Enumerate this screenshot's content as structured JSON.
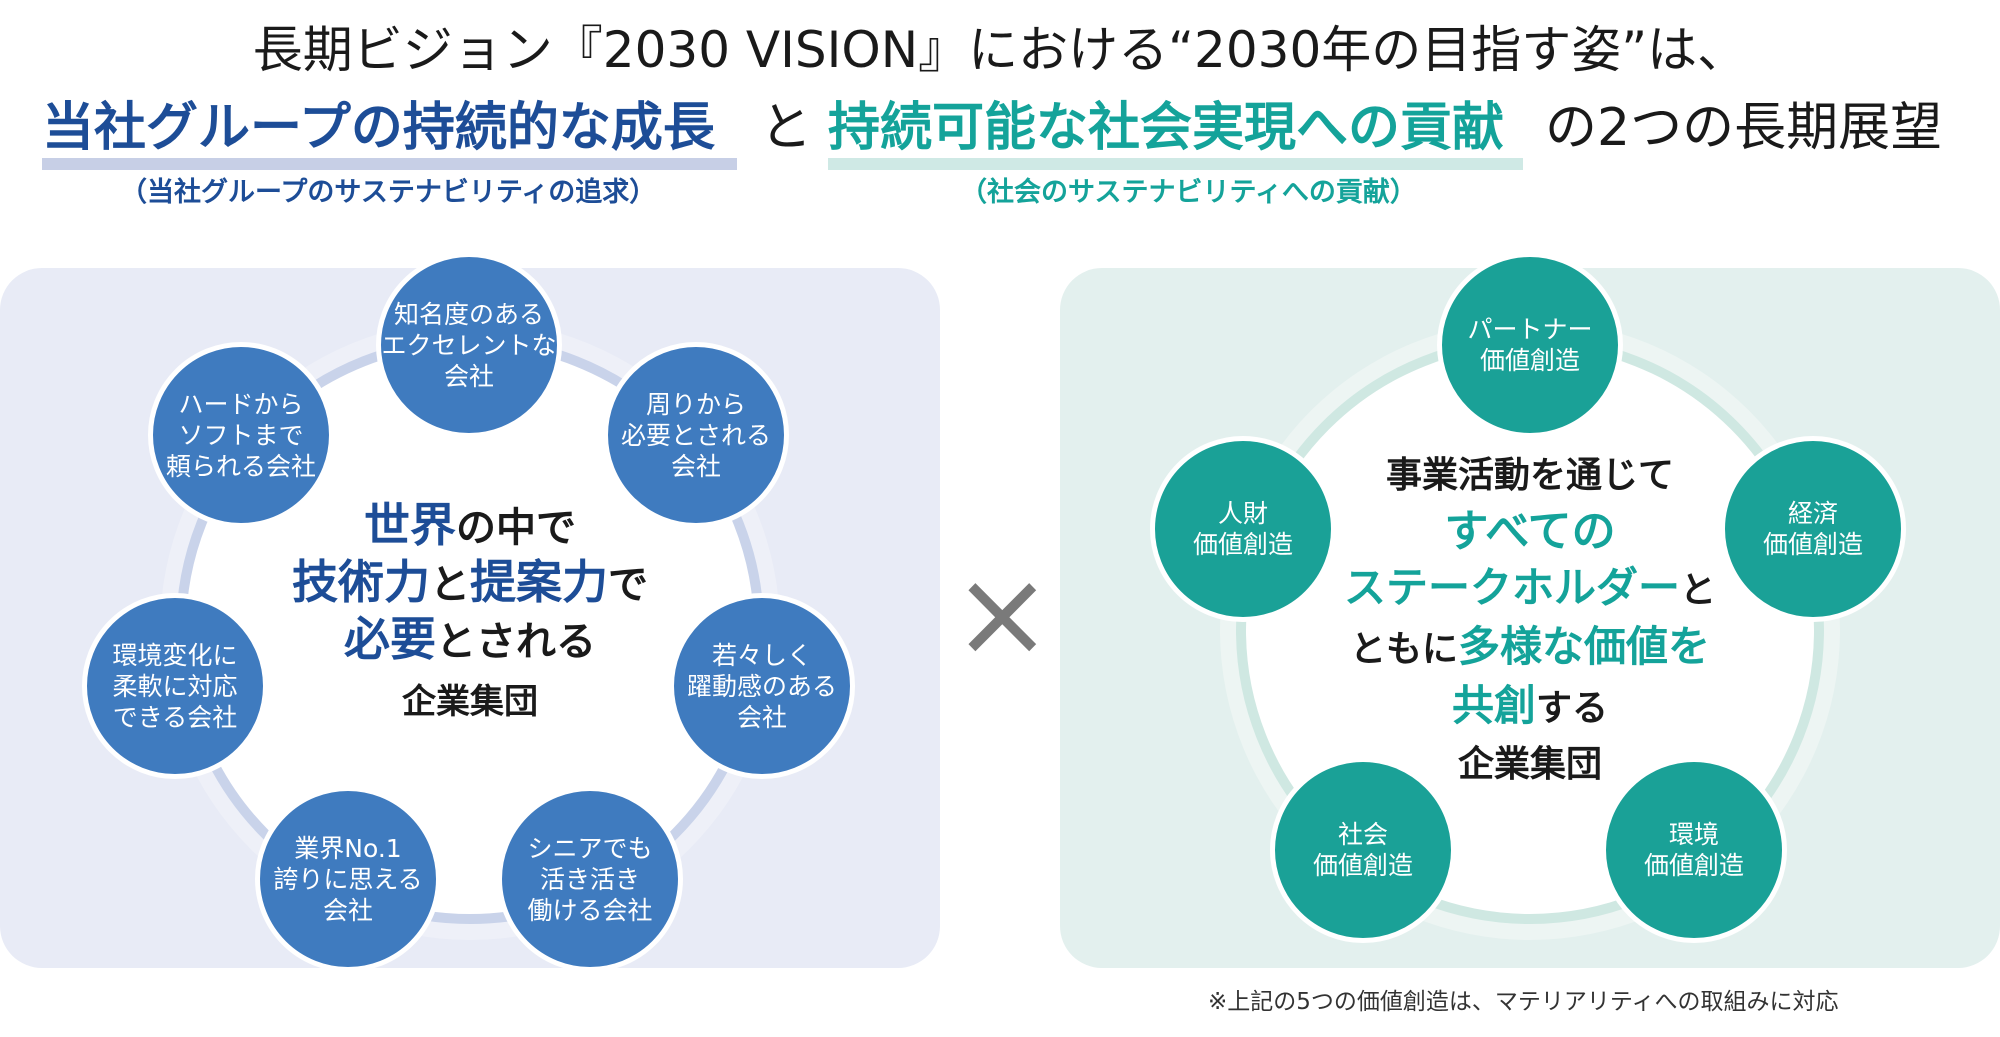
{
  "header": {
    "line1": "長期ビジョン『2030 VISION』における“2030年の目指す姿”は、",
    "line2_part1": "当社グループの持続的な成長",
    "line2_and": "と",
    "line2_part2": "持続可能な社会実現への貢献",
    "line2_tail": "の2つの長期展望",
    "sub_left": "（当社グループのサステナビリティの追求）",
    "sub_right": "（社会のサステナビリティへの貢献）"
  },
  "left": {
    "center": {
      "l1a": "世界",
      "l1b": "の中で",
      "l2a": "技術力",
      "l2b": "と",
      "l2c": "提案力",
      "l2d": "で",
      "l3a": "必要",
      "l3b": "とされる",
      "l4": "企業集団"
    },
    "nodes": [
      "知名度のある\nエクセレントな\n会社",
      "周りから\n必要とされる\n会社",
      "若々しく\n躍動感のある\n会社",
      "シニアでも\n活き活き\n働ける会社",
      "業界No.1\n誇りに思える\n会社",
      "環境変化に\n柔軟に対応\nできる会社",
      "ハードから\nソフトまで\n頼られる会社"
    ]
  },
  "cross_symbol": "×",
  "right": {
    "center": {
      "l1": "事業活動を通じて",
      "l2": "すべての",
      "l3a": "ステークホルダー",
      "l3b": "と",
      "l4a": "ともに",
      "l4b": "多様な価値を",
      "l5a": "共創",
      "l5b": "する",
      "l6": "企業集団"
    },
    "nodes": [
      "パートナー\n価値創造",
      "経済\n価値創造",
      "環境\n価値創造",
      "社会\n価値創造",
      "人財\n価値創造"
    ]
  },
  "footnote": "※上記の5つの価値創造は、マテリアリティへの取組みに対応",
  "colors": {
    "blue": "#1d4d97",
    "teal": "#14a39a",
    "node_blue": "#3f7bbf",
    "node_teal": "#1aa197"
  }
}
